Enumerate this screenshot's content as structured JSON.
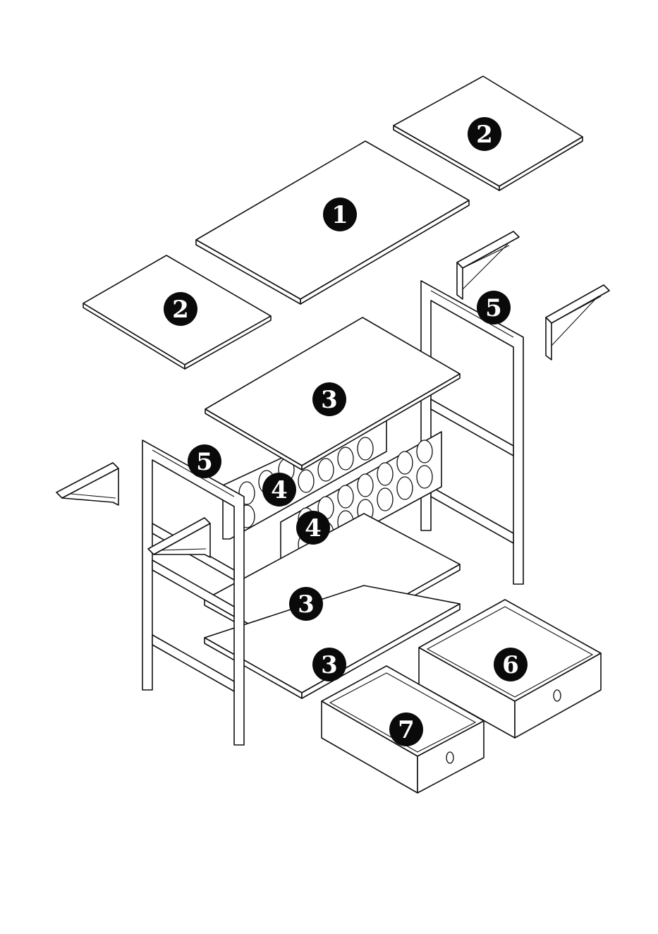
{
  "diagram": {
    "type": "exploded-assembly",
    "callouts": [
      {
        "id": "top-panel",
        "label": "1"
      },
      {
        "id": "wing-panel-right",
        "label": "2"
      },
      {
        "id": "wing-panel-left",
        "label": "2"
      },
      {
        "id": "shelf-upper",
        "label": "3"
      },
      {
        "id": "shelf-middle",
        "label": "3"
      },
      {
        "id": "shelf-lower",
        "label": "3"
      },
      {
        "id": "rack-panel-back",
        "label": "4"
      },
      {
        "id": "rack-panel-front",
        "label": "4"
      },
      {
        "id": "side-frame-right",
        "label": "5"
      },
      {
        "id": "side-frame-left",
        "label": "5"
      },
      {
        "id": "drawer-large",
        "label": "6"
      },
      {
        "id": "drawer-small",
        "label": "7"
      }
    ]
  }
}
